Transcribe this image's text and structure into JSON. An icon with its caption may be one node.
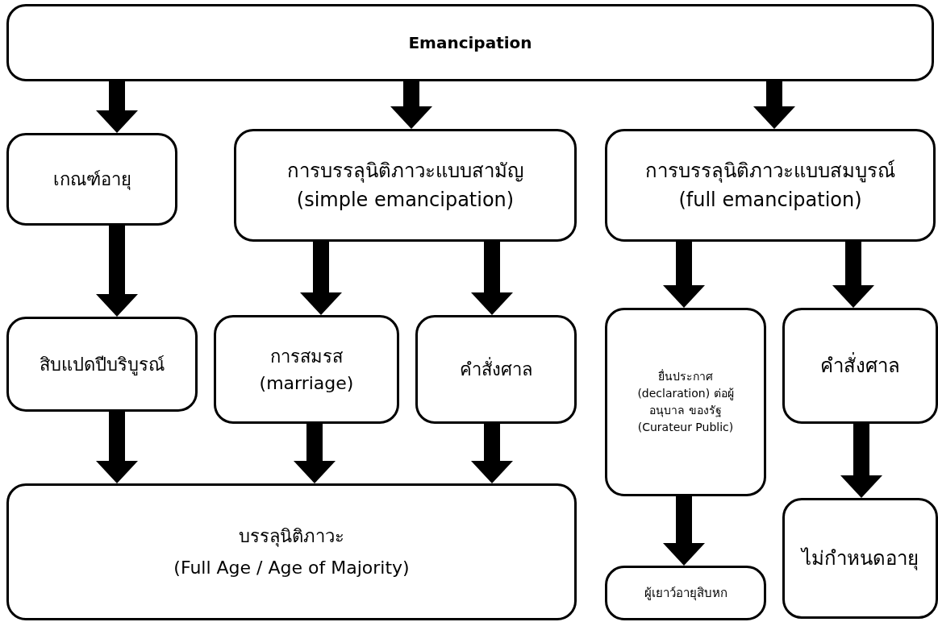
{
  "diagram": {
    "nodes": [
      {
        "text": [
          "Emancipation"
        ]
      },
      {
        "text": [
          "เกณฑ์อายุ"
        ]
      },
      {
        "text": [
          "การบรรลุนิติภาวะแบบสามัญ",
          "(simple emancipation)"
        ]
      },
      {
        "text": [
          "การบรรลุนิติภาวะแบบสมบูรณ์",
          "(full emancipation)"
        ]
      },
      {
        "text": [
          "สิบแปดปีบริบูรณ์"
        ]
      },
      {
        "text": [
          "การสมรส",
          "(marriage)"
        ]
      },
      {
        "text": [
          "คำสั่งศาล"
        ]
      },
      {
        "text": [
          "ยื่นประกาศ (declaration) ต่อผู้อนุบาล ของรัฐ (Curateur Public)"
        ]
      },
      {
        "text": [
          "คำสั่งศาล"
        ]
      },
      {
        "text": [
          "บรรลุนิติภาวะ",
          "(Full Age / Age of Majority)"
        ]
      },
      {
        "text": [
          "ผู้เยาว์อายุสิบหก"
        ]
      },
      {
        "text": [
          "ไม่กำหนดอายุ"
        ]
      }
    ],
    "edges": [
      {
        "from": 0,
        "to": 1,
        "arrow": "to"
      },
      {
        "from": 0,
        "to": 2,
        "arrow": "to"
      },
      {
        "from": 0,
        "to": 3,
        "arrow": "to"
      },
      {
        "from": 1,
        "to": 4,
        "arrow": "to"
      },
      {
        "from": 2,
        "to": 5,
        "arrow": "to"
      },
      {
        "from": 2,
        "to": 6,
        "arrow": "to"
      },
      {
        "from": 3,
        "to": 7,
        "arrow": "to"
      },
      {
        "from": 3,
        "to": 8,
        "arrow": "to"
      },
      {
        "from": 4,
        "to": 9,
        "arrow": "to"
      },
      {
        "from": 5,
        "to": 9,
        "arrow": "to"
      },
      {
        "from": 6,
        "to": 9,
        "arrow": "to"
      },
      {
        "from": 7,
        "to": 10,
        "arrow": "to"
      },
      {
        "from": 8,
        "to": 11,
        "arrow": "to"
      }
    ]
  }
}
